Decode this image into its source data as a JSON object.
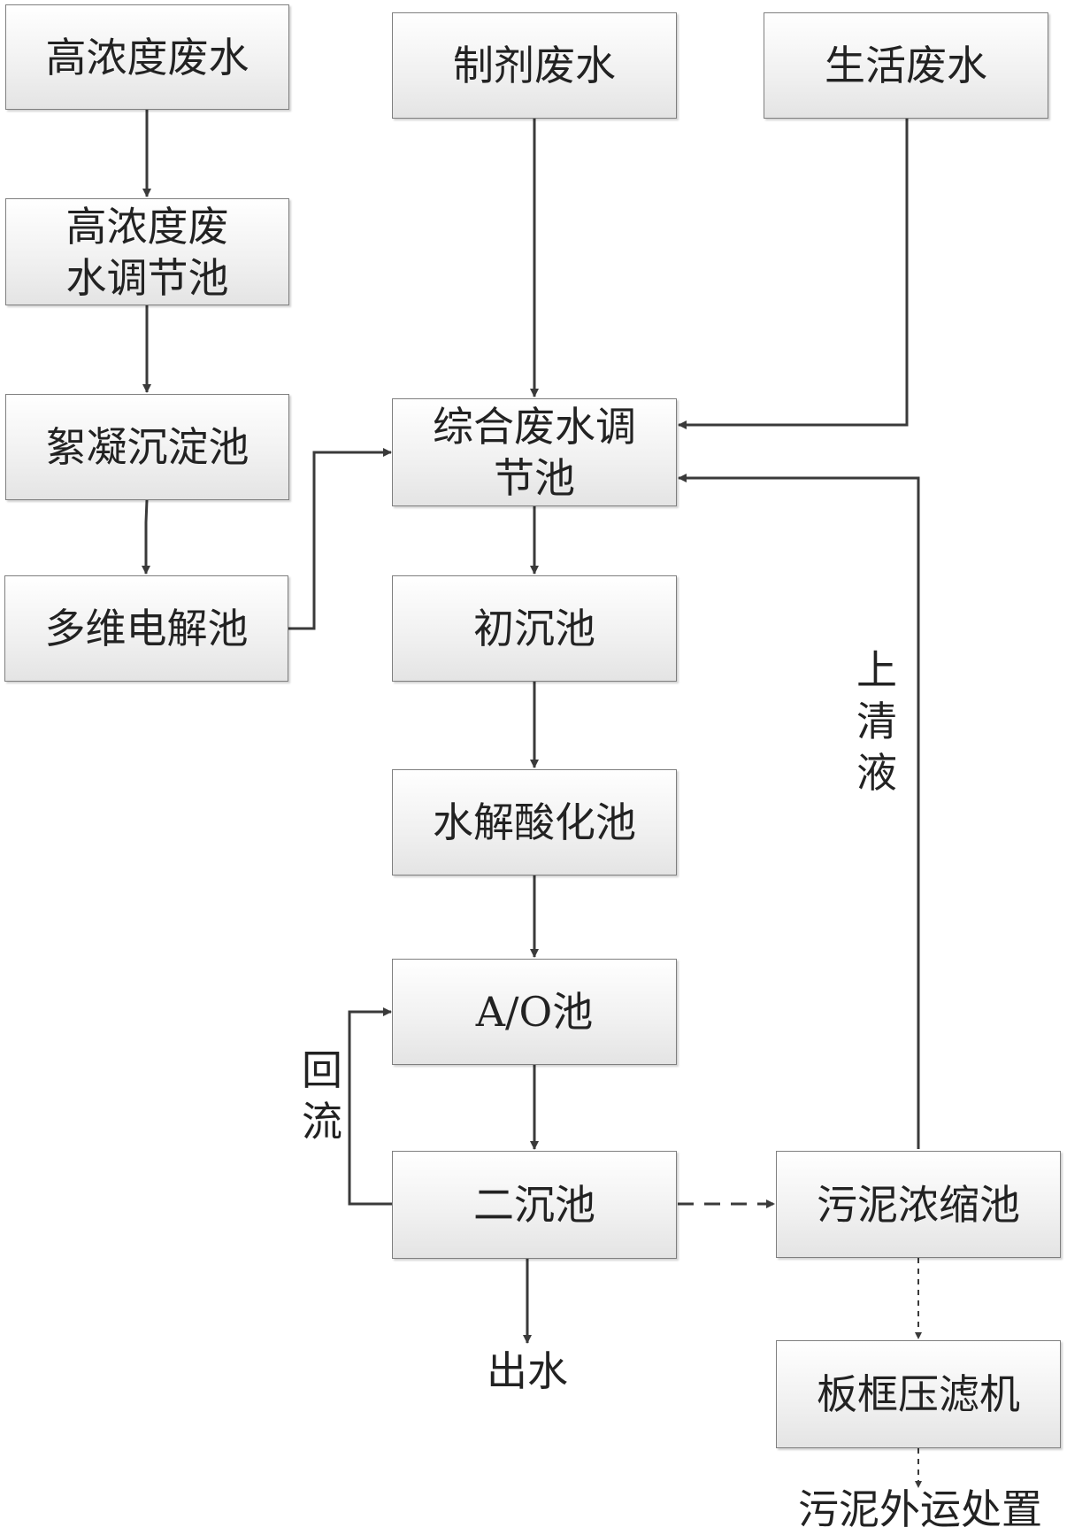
{
  "nodes": {
    "high_conc": "高浓度废水",
    "high_conc_tank": "高浓度废水调节池",
    "flocculation": "絮凝沉淀池",
    "electrolysis": "多维电解池",
    "prep_water": "制剂废水",
    "domestic_water": "生活废水",
    "equalization": "综合废水调节池",
    "primary_settle": "初沉池",
    "hydrolysis": "水解酸化池",
    "ao": "A/O池",
    "secondary_settle": "二沉池",
    "sludge_thicken": "污泥浓缩池",
    "filter_press": "板框压滤机"
  },
  "labels": {
    "supernatant": "上清液",
    "reflux": "回流",
    "effluent": "出水",
    "sludge_out": "污泥外运处置"
  },
  "colors": {
    "line": "#3a3a3a",
    "border": "#7f7f7f"
  }
}
